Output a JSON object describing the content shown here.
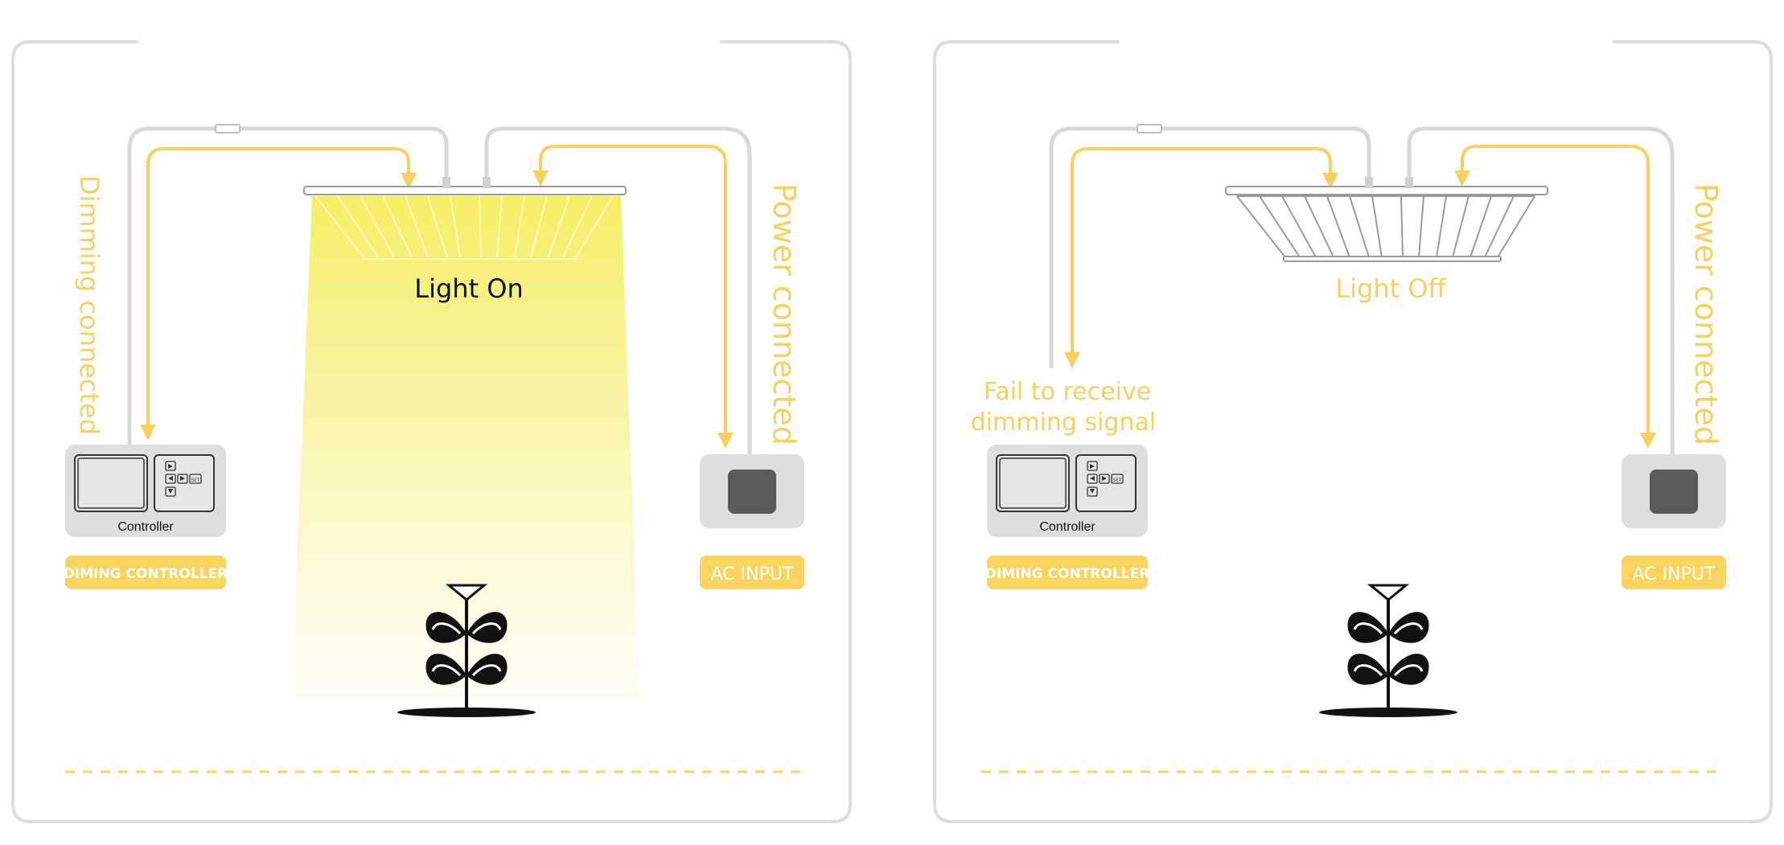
{
  "colors": {
    "frame": "#dcdcdc",
    "cable": "#d7d7d7",
    "arrow": "#f9d05f",
    "label_yellow": "#f9d05f",
    "badge_bg": "#fbd45f",
    "badge_text": "#ffffff",
    "device_bg": "#dedede",
    "device_screen": "#e6e6e6",
    "ac_square": "#5b5b5b",
    "text_dark": "#111111",
    "plant": "#111111",
    "beam": "#f7ef7a"
  },
  "left_panel": {
    "status_label": "Light On",
    "dimming_label": "Dimming connected",
    "power_label": "Power connected",
    "controller_caption": "Controller",
    "controller_badge": "DIMING CONTROLLER",
    "ac_badge": "AC INPUT"
  },
  "right_panel": {
    "status_label": "Light Off",
    "fail_label_line1": "Fail to receive",
    "fail_label_line2": "dimming signal",
    "power_label": "Power connected",
    "controller_caption": "Controller",
    "controller_badge": "DIMING CONTROLLER",
    "ac_badge": "AC INPUT"
  },
  "icons": {
    "keypad": [
      "arrow-up-icon",
      "arrow-left-icon",
      "arrow-right-icon",
      "arrow-down-icon",
      "set-key-icon"
    ],
    "key_set": "SET",
    "plant": "plant-icon",
    "fixture": "grow-light-fixture-icon"
  }
}
